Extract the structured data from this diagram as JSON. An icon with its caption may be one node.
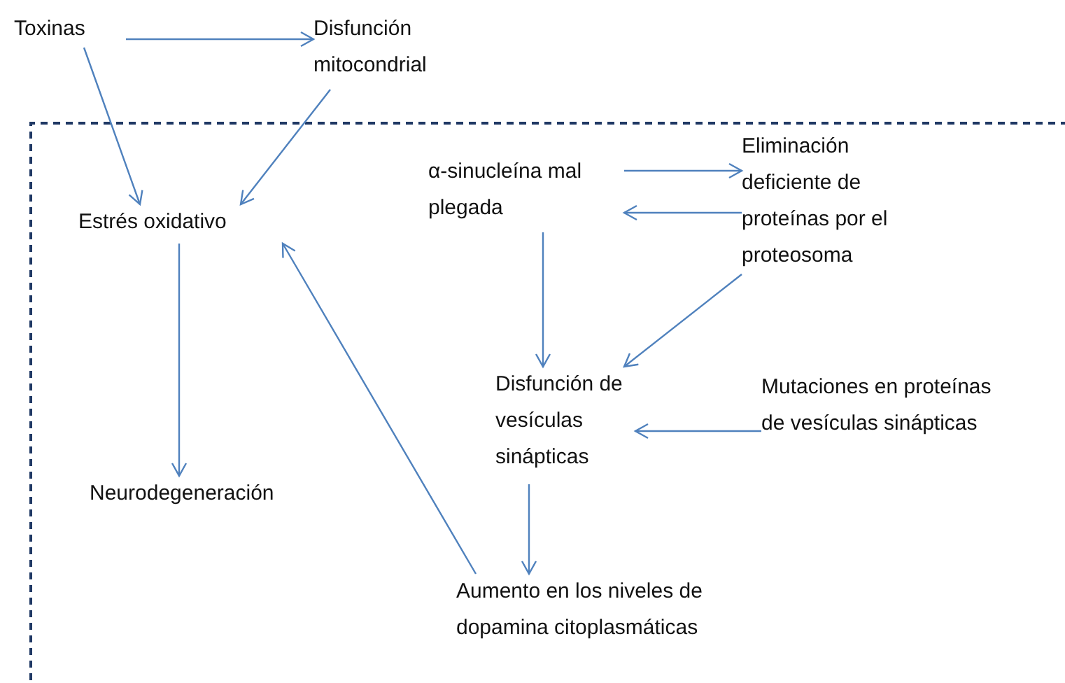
{
  "diagram": {
    "nodes": [
      {
        "text": [
          "Toxinas"
        ]
      },
      {
        "text": [
          "Disfunción mitocondrial"
        ]
      },
      {
        "text": [
          "Estrés oxidativo"
        ]
      },
      {
        "text": [
          "α-sinucleína mal plegada"
        ]
      },
      {
        "text": [
          "Eliminación deficiente de proteínas por el proteosoma"
        ]
      },
      {
        "text": [
          "Disfunción de vesículas sinápticas"
        ]
      },
      {
        "text": [
          "Mutaciones en proteínas de vesículas sinápticas"
        ]
      },
      {
        "text": [
          "Neurodegeneración"
        ]
      },
      {
        "text": [
          "Aumento en los niveles de dopamina citoplasmáticas"
        ]
      }
    ],
    "edges": [
      {
        "from": 0,
        "to": 1,
        "arrow": "to"
      },
      {
        "from": 0,
        "to": 2,
        "arrow": "to"
      },
      {
        "from": 1,
        "to": 2,
        "arrow": "to"
      },
      {
        "from": 3,
        "to": 4,
        "arrow": "to"
      },
      {
        "from": 4,
        "to": 3,
        "arrow": "to"
      },
      {
        "from": 3,
        "to": 5,
        "arrow": "to"
      },
      {
        "from": 4,
        "to": 5,
        "arrow": "to"
      },
      {
        "from": 6,
        "to": 5,
        "arrow": "to"
      },
      {
        "from": 5,
        "to": 8,
        "arrow": "to"
      },
      {
        "from": 8,
        "to": 2,
        "arrow": "to"
      },
      {
        "from": 2,
        "to": 7,
        "arrow": "to"
      }
    ]
  }
}
